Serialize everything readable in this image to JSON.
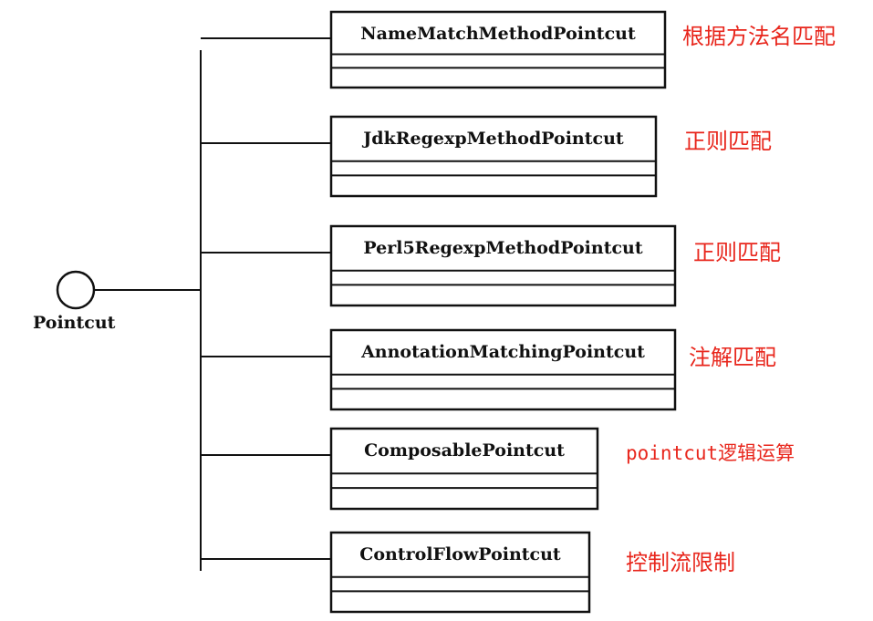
{
  "interface": {
    "name": "Pointcut",
    "icon": "interface-circle-icon"
  },
  "classes": [
    {
      "name": "NameMatchMethodPointcut",
      "note": "根据方法名匹配"
    },
    {
      "name": "JdkRegexpMethodPointcut",
      "note": "正则匹配"
    },
    {
      "name": "Perl5RegexpMethodPointcut",
      "note": "正则匹配"
    },
    {
      "name": "AnnotationMatchingPointcut",
      "note": "注解匹配"
    },
    {
      "name": "ComposablePointcut",
      "note": "pointcut逻辑运算"
    },
    {
      "name": "ControlFlowPointcut",
      "note": "控制流限制"
    }
  ],
  "colors": {
    "note": "#e8261c",
    "line": "#111111"
  }
}
